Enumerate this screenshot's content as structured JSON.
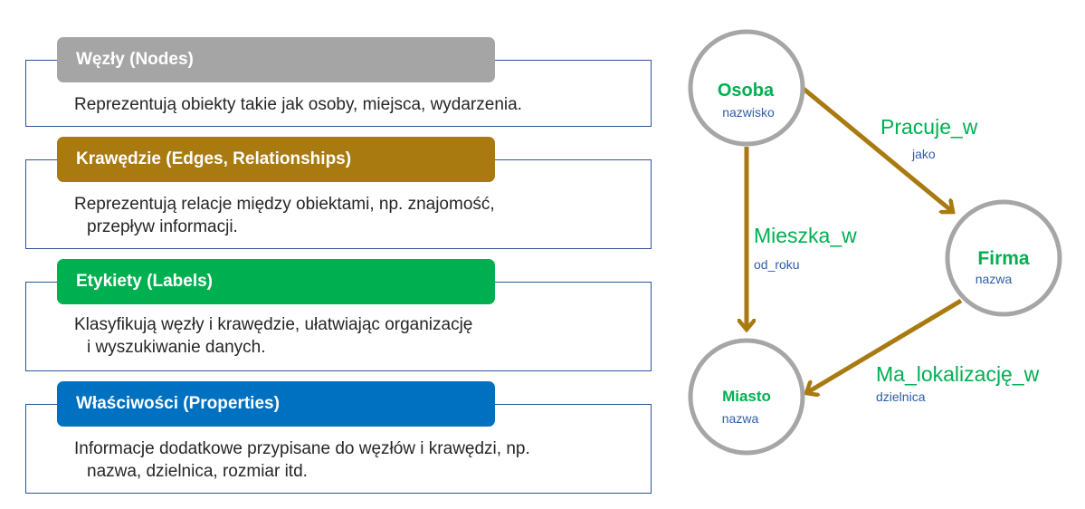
{
  "cards": [
    {
      "title": "Węzły (Nodes)",
      "color": "#A5A5A5",
      "lines": [
        "Reprezentują obiekty takie jak osoby, miejsca, wydarzenia."
      ]
    },
    {
      "title": "Krawędzie (Edges, Relationships)",
      "color": "#A97A10",
      "lines": [
        "Reprezentują relacje między obiektami, np. znajomość,",
        "przepływ informacji."
      ]
    },
    {
      "title": "Etykiety (Labels)",
      "color": "#00B050",
      "lines": [
        "Klasyfikują węzły i krawędzie, ułatwiając organizację",
        "i wyszukiwanie danych."
      ]
    },
    {
      "title": "Właściwości (Properties)",
      "color": "#0070C0",
      "lines": [
        "Informacje dodatkowe przypisane do węzłów i krawędzi, np.",
        "nazwa, dzielnica, rozmiar itd."
      ]
    }
  ],
  "graph": {
    "node_border_color": "#A6A6A6",
    "edge_color": "#A97A10",
    "label_color": "#00B050",
    "property_color": "#2E5DA8",
    "nodes": {
      "osoba": {
        "label": "Osoba",
        "property": "nazwisko"
      },
      "firma": {
        "label": "Firma",
        "property": "nazwa"
      },
      "miasto": {
        "label": "Miasto",
        "property": "nazwa"
      }
    },
    "edges": {
      "pracuje_w": {
        "label": "Pracuje_w",
        "property": "jako"
      },
      "mieszka_w": {
        "label": "Mieszka_w",
        "property": "od_roku"
      },
      "ma_lokalizacje_w": {
        "label": "Ma_lokalizację_w",
        "property": "dzielnica"
      }
    }
  }
}
